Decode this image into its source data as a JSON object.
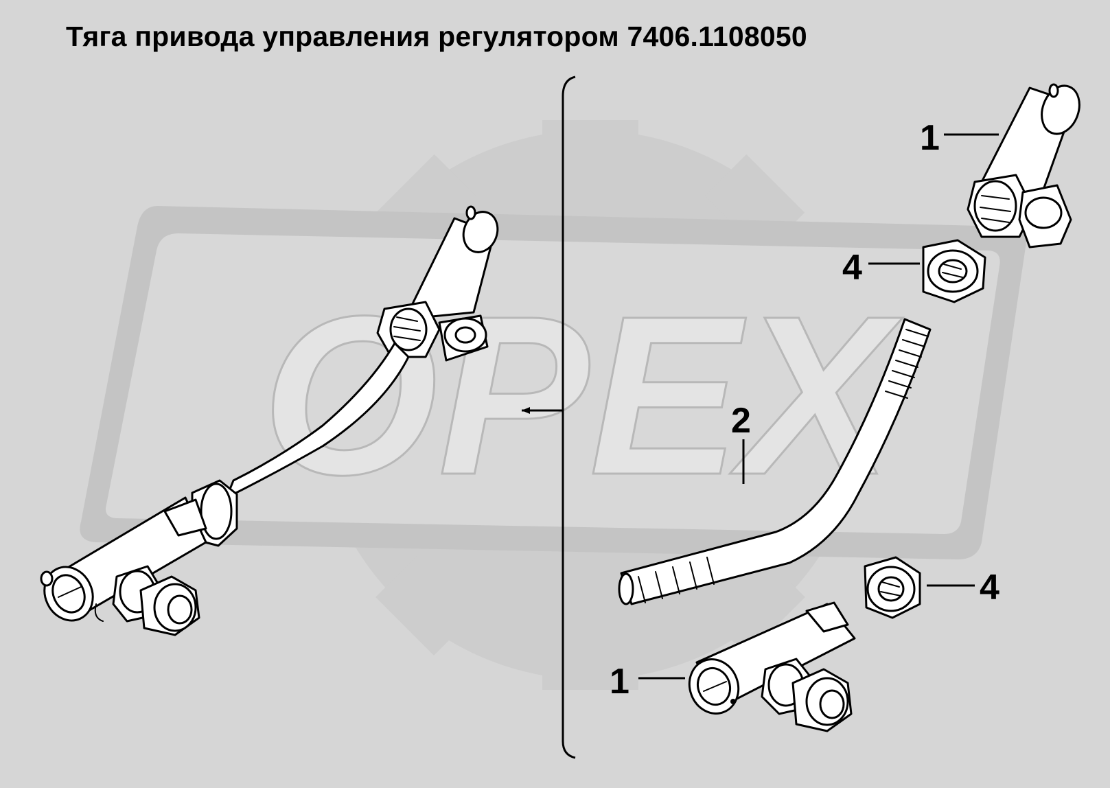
{
  "title": "Тяга привода управления регулятором 7406.1108050",
  "watermark": {
    "text": "OPEX",
    "color": "#c8c8c8"
  },
  "colors": {
    "background": "#d6d6d6",
    "line": "#000000",
    "part_fill": "#ffffff"
  },
  "callouts": [
    {
      "id": "callout-1-top",
      "label": "1"
    },
    {
      "id": "callout-4-top",
      "label": "4"
    },
    {
      "id": "callout-2",
      "label": "2"
    },
    {
      "id": "callout-4-bottom",
      "label": "4"
    },
    {
      "id": "callout-1-bottom",
      "label": "1"
    }
  ]
}
